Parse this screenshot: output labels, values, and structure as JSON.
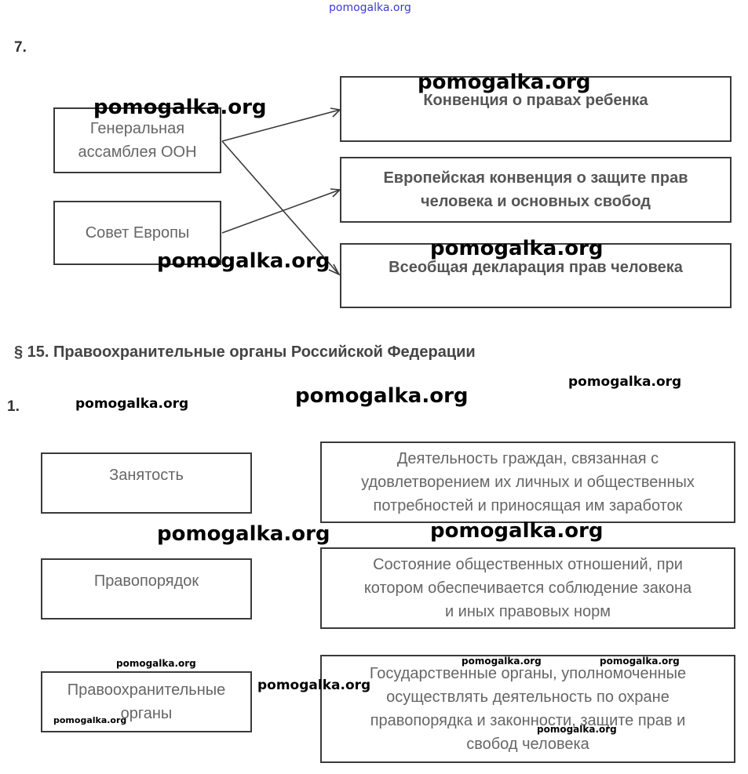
{
  "watermark_text": "pomogalka.org",
  "section7": {
    "number": "7.",
    "left_boxes": [
      "Генеральная\nассамблея ООН",
      "Совет Европы"
    ],
    "right_boxes": [
      "Конвенция о правах ребенка",
      "Европейская конвенция о защите прав\nчеловека и основных свобод",
      "Всеобщая декларация прав человека"
    ]
  },
  "section15": {
    "heading": "§ 15. Правоохранительные органы Российской Федерации",
    "number": "1.",
    "terms": [
      "Занятость",
      "Правопорядок",
      "Правоохранительные\nорганы"
    ],
    "definitions": [
      "Деятельность граждан, связанная с\nудовлетворением их личных и общественных\nпотребностей и приносящая им заработок",
      "Состояние общественных отношений, при\nкотором обеспечивается соблюдение закона\nи иных правовых норм",
      "Государственные органы, уполномоченные\nосуществлять деятельность по охране\nправопорядка и законности, защите прав и\nсвобод человека"
    ]
  }
}
